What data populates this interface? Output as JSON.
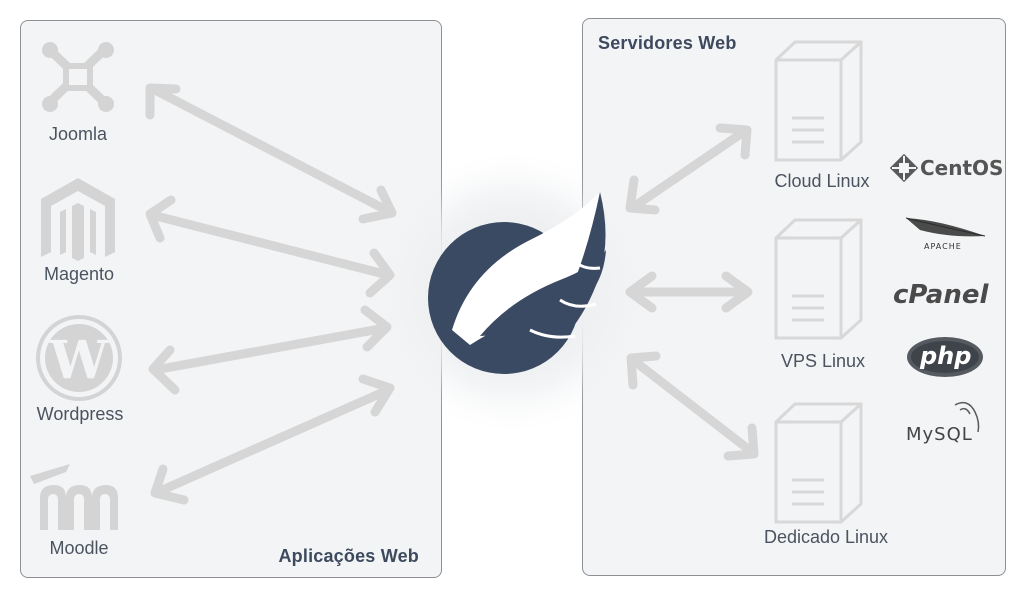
{
  "apps_panel": {
    "title": "Aplicações Web"
  },
  "servers_panel": {
    "title": "Servidores Web"
  },
  "apps": [
    {
      "label": "Joomla",
      "icon": "joomla-icon"
    },
    {
      "label": "Magento",
      "icon": "magento-icon"
    },
    {
      "label": "Wordpress",
      "icon": "wordpress-icon"
    },
    {
      "label": "Moodle",
      "icon": "moodle-icon"
    }
  ],
  "servers": [
    {
      "label": "Cloud Linux",
      "icon": "server-icon"
    },
    {
      "label": "VPS Linux",
      "icon": "server-icon"
    },
    {
      "label": "Dedicado Linux",
      "icon": "server-icon"
    }
  ],
  "technologies": [
    {
      "label": "CentOS",
      "icon": "centos-logo"
    },
    {
      "label": "APACHE",
      "icon": "apache-feather-logo"
    },
    {
      "label": "cPanel",
      "icon": "cpanel-logo"
    },
    {
      "label": "php",
      "icon": "php-logo"
    },
    {
      "label": "MySQL",
      "icon": "mysql-dolphin-logo"
    }
  ],
  "center": {
    "icon": "wing-logo",
    "color": "#3b4a63"
  },
  "colors": {
    "arrow": "#d6d6d6",
    "panel_border": "#8d9095",
    "title": "#3d4a5e",
    "icon": "#dadada"
  }
}
